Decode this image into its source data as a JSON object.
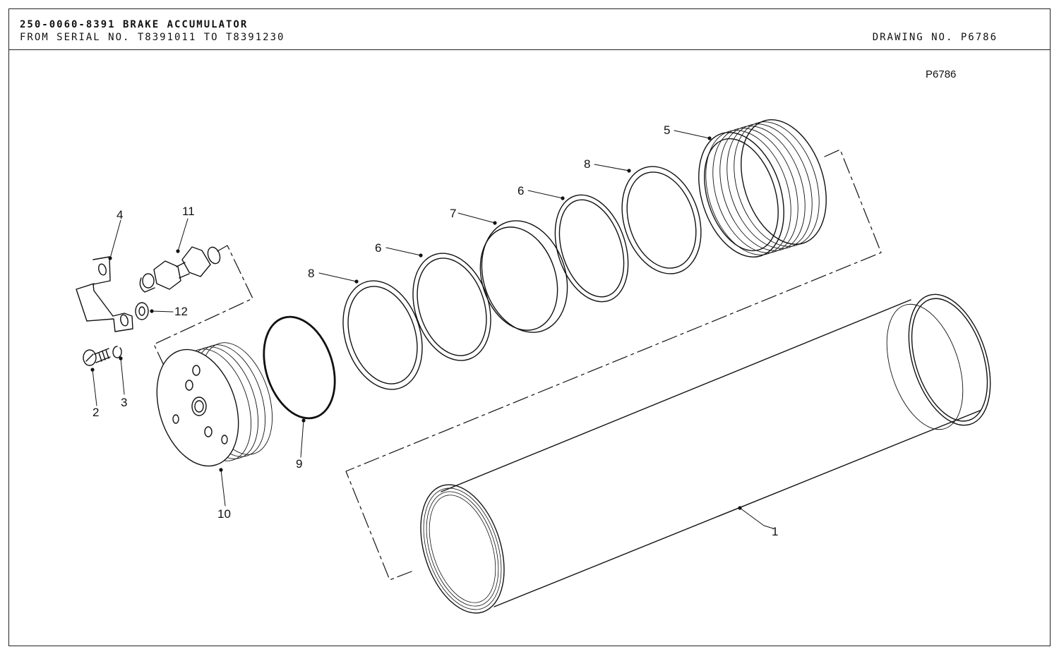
{
  "title_block": {
    "part_title": "250-0060-8391 BRAKE ACCUMULATOR",
    "serial_range": "FROM SERIAL NO. T8391011 TO T8391230",
    "drawing_number": "DRAWING NO. P6786"
  },
  "drawing": {
    "tag": "P6786",
    "callouts": [
      {
        "id": "callout-1",
        "label": "1"
      },
      {
        "id": "callout-2",
        "label": "2"
      },
      {
        "id": "callout-3",
        "label": "3"
      },
      {
        "id": "callout-4",
        "label": "4"
      },
      {
        "id": "callout-5",
        "label": "5"
      },
      {
        "id": "callout-6a",
        "label": "6"
      },
      {
        "id": "callout-6b",
        "label": "6"
      },
      {
        "id": "callout-7",
        "label": "7"
      },
      {
        "id": "callout-8a",
        "label": "8"
      },
      {
        "id": "callout-8b",
        "label": "8"
      },
      {
        "id": "callout-9",
        "label": "9"
      },
      {
        "id": "callout-10",
        "label": "10"
      },
      {
        "id": "callout-11",
        "label": "11"
      },
      {
        "id": "callout-12",
        "label": "12"
      }
    ]
  },
  "colors": {
    "ink": "#111111",
    "paper": "#ffffff"
  }
}
